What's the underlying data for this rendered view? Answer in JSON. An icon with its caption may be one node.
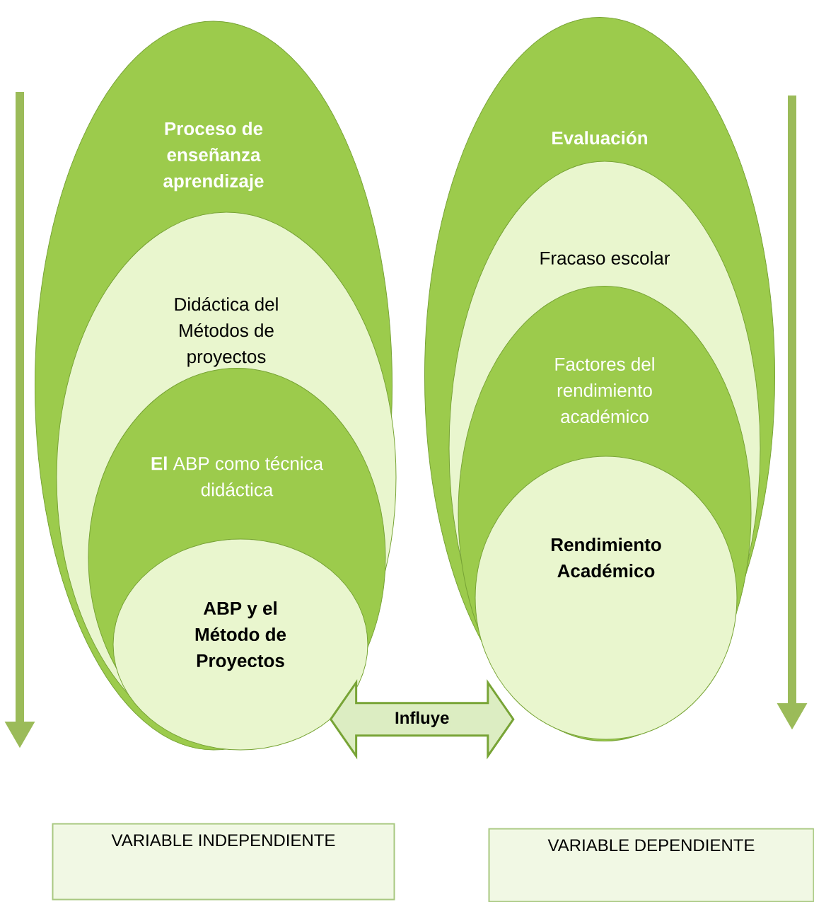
{
  "diagram": {
    "nodes": [
      {
        "text": [
          "Proceso de enseñanza aprendizaje"
        ]
      },
      {
        "text": [
          "Didáctica del Métodos de proyectos"
        ],
        "in": 0
      },
      {
        "text": [
          "**El** ABP como técnica didáctica"
        ],
        "in": 1
      },
      {
        "text": [
          "ABP  y el Método de Proyectos"
        ],
        "in": 2
      },
      {
        "text": [
          "Evaluación"
        ]
      },
      {
        "text": [
          "Fracaso escolar"
        ],
        "in": 4
      },
      {
        "text": [
          "Factores del rendimiento académico"
        ],
        "in": 5
      },
      {
        "text": [
          "Rendimiento Académico"
        ],
        "in": 6
      },
      {
        "text": [
          "VARIABLE  INDEPENDIENTE"
        ]
      },
      {
        "text": [
          "VARIABLE  DEPENDIENTE"
        ]
      }
    ],
    "edges": [
      {
        "from": 3,
        "to": 7,
        "arrow": "both",
        "label": "Influye",
        "style": "thick"
      }
    ]
  }
}
